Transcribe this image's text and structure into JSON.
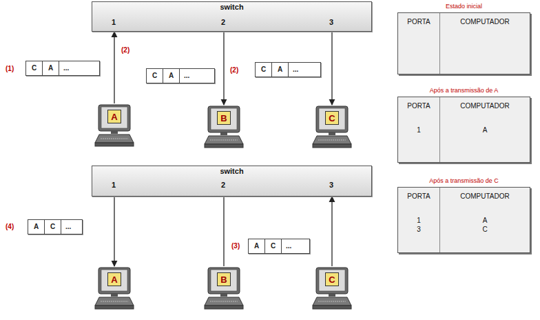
{
  "diagram": {
    "nodes": [
      {
        "text": [
          "switch"
        ]
      },
      {
        "text": [
          "Estado inicial",
          "PORTA",
          "COMPUTADOR"
        ]
      },
      {
        "text": [
          "C",
          "A",
          "..."
        ]
      },
      {
        "text": [
          "C",
          "A",
          "..."
        ]
      },
      {
        "text": [
          "C",
          "A",
          "..."
        ]
      },
      {
        "text": [
          "A"
        ]
      },
      {
        "text": [
          "B"
        ]
      },
      {
        "text": [
          "C"
        ]
      },
      {
        "text": [
          "Após a transmissão de A",
          "PORTA",
          "COMPUTADOR",
          "1",
          "A"
        ]
      },
      {
        "text": [
          "switch"
        ]
      },
      {
        "text": [
          "Após a transmissão de C",
          "PORTA",
          "COMPUTADOR",
          "1",
          "3",
          "A",
          "C"
        ]
      },
      {
        "text": [
          "A",
          "C",
          "..."
        ]
      },
      {
        "text": [
          "A",
          "C",
          "..."
        ]
      },
      {
        "text": [
          "A"
        ]
      },
      {
        "text": [
          "B"
        ]
      },
      {
        "text": [
          "C"
        ]
      }
    ],
    "edges": [
      {
        "from": 5,
        "to": 0,
        "arrow": "to"
      },
      {
        "from": 0,
        "to": 6,
        "arrow": "to"
      },
      {
        "from": 0,
        "to": 7,
        "arrow": "to"
      },
      {
        "from": 9,
        "to": 13,
        "arrow": "to"
      },
      {
        "from": 14,
        "to": 9,
        "arrow": "none"
      },
      {
        "from": 15,
        "to": 9,
        "arrow": "to"
      }
    ],
    "labels": [
      "1",
      "2",
      "3",
      "(1)",
      "(2)",
      "(2)",
      "1",
      "2",
      "3",
      "(4)",
      "(3)"
    ]
  }
}
